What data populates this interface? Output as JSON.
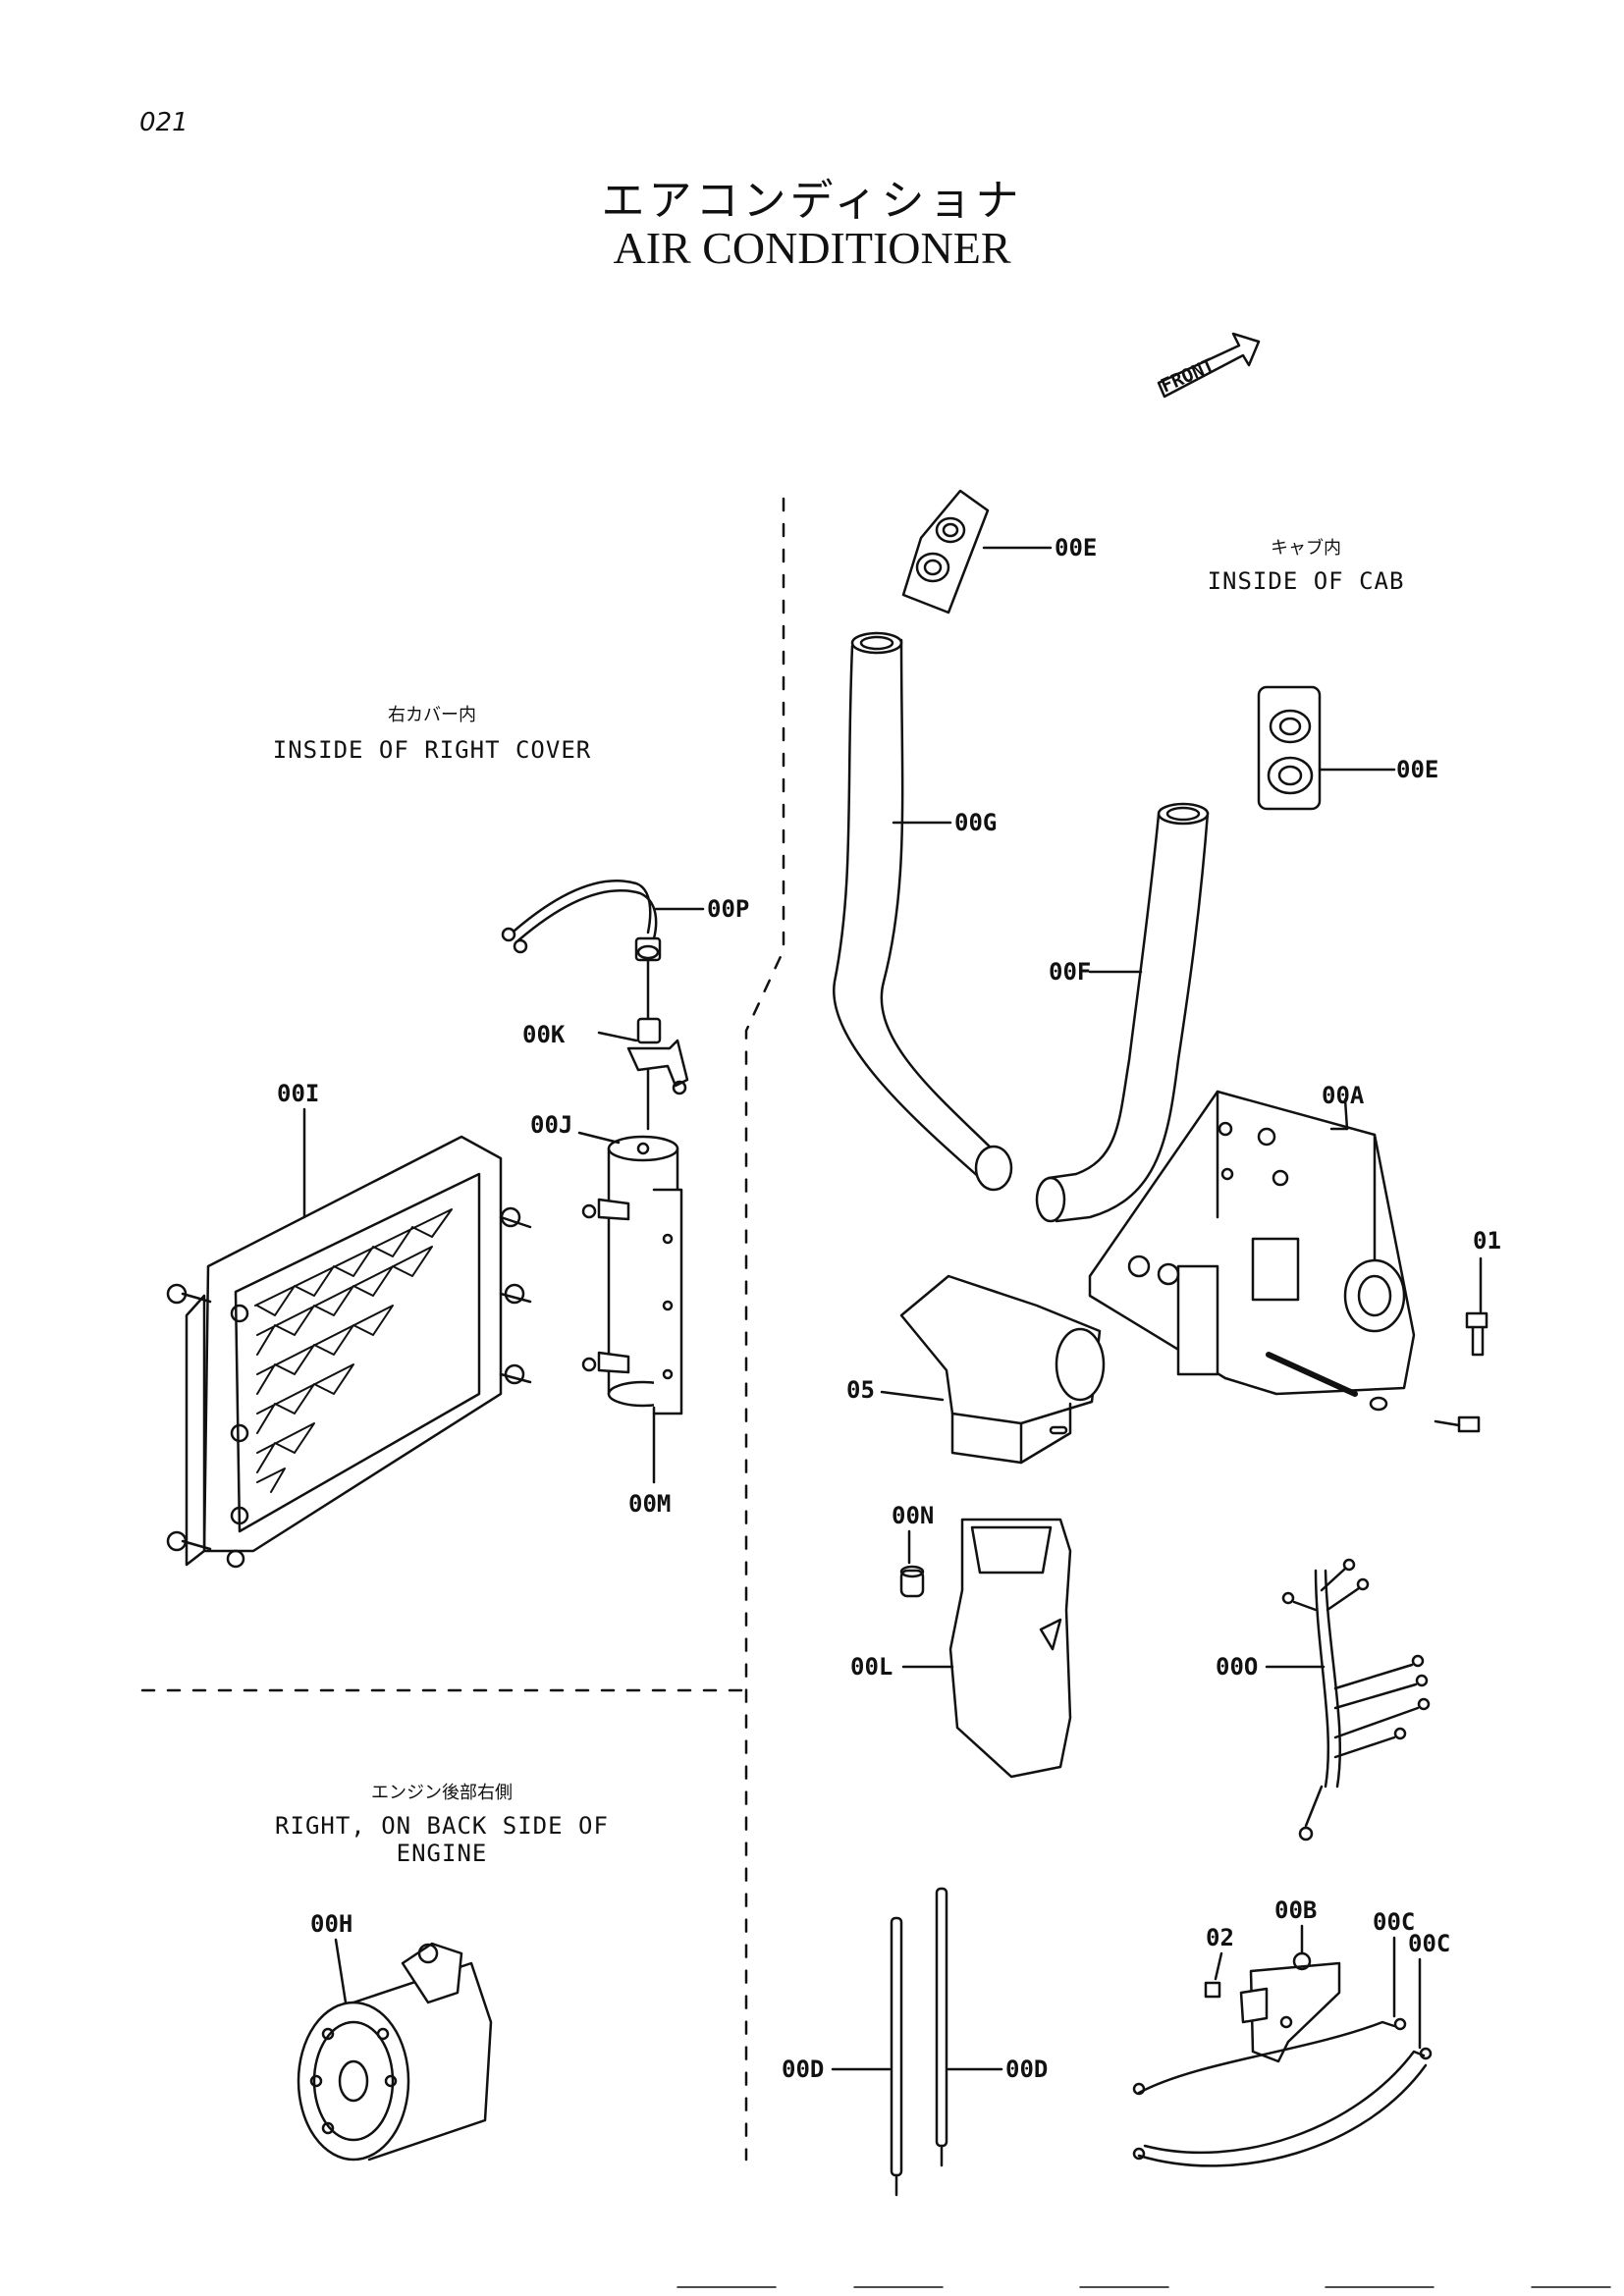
{
  "page_number": "021",
  "title_jp": "エアコンディショナ",
  "title_en": "AIR CONDITIONER",
  "front_marker": "FRONT",
  "sections": {
    "cab": {
      "jp": "キャブ内",
      "en": "INSIDE OF CAB"
    },
    "right_cover": {
      "jp": "右カバー内",
      "en": "INSIDE OF RIGHT COVER"
    },
    "engine": {
      "jp": "エンジン後部右側",
      "en": "RIGHT, ON BACK SIDE OF ENGINE"
    }
  },
  "part_labels": {
    "e1": "00E",
    "e2": "00E",
    "g": "00G",
    "f": "00F",
    "a": "00A",
    "p01": "01",
    "p05": "05",
    "n": "00N",
    "l": "00L",
    "o": "00O",
    "p": "00P",
    "k": "00K",
    "j": "00J",
    "i": "00I",
    "m": "00M",
    "h": "00H",
    "d1": "00D",
    "d2": "00D",
    "b": "00B",
    "p02": "02",
    "c1": "00C",
    "c2": "00C"
  }
}
